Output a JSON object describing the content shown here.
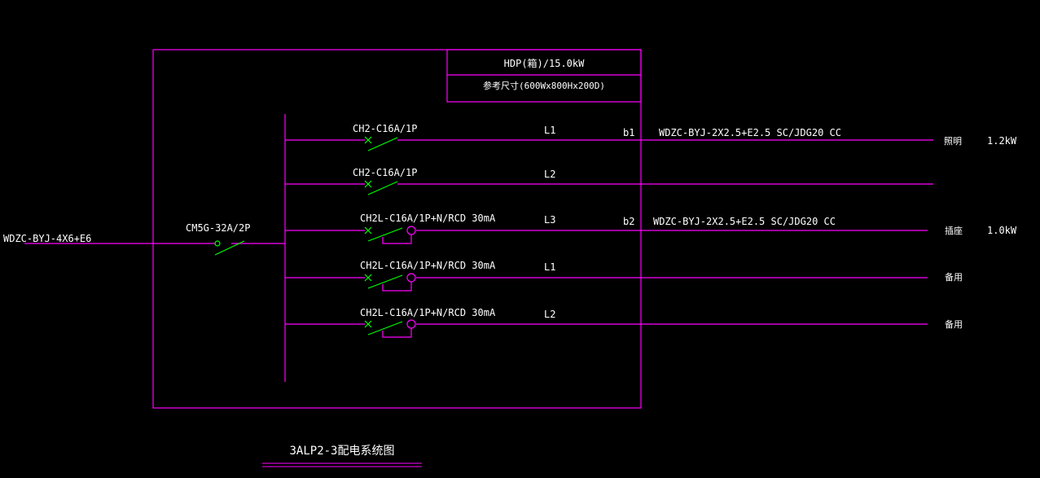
{
  "panel": {
    "name": "HDP(箱)/15.0kW",
    "size": "参考尺寸(600Wx800Hx200D)"
  },
  "incoming": {
    "cable": "WDZC-BYJ-4X6+E6",
    "breaker": "CM5G-32A/2P"
  },
  "circuits": [
    {
      "breaker": "CH2-C16A/1P",
      "phase": "L1",
      "circuit_id": "b1",
      "cable": "WDZC-BYJ-2X2.5+E2.5 SC/JDG20 CC",
      "load": "照明",
      "power": "1.2kW"
    },
    {
      "breaker": "CH2-C16A/1P",
      "phase": "L2",
      "circuit_id": "",
      "cable": "",
      "load": "",
      "power": ""
    },
    {
      "breaker": "CH2L-C16A/1P+N/RCD 30mA",
      "phase": "L3",
      "circuit_id": "b2",
      "cable": "WDZC-BYJ-2X2.5+E2.5 SC/JDG20 CC",
      "load": "插座",
      "power": "1.0kW"
    },
    {
      "breaker": "CH2L-C16A/1P+N/RCD 30mA",
      "phase": "L1",
      "circuit_id": "",
      "cable": "",
      "load": "备用",
      "power": ""
    },
    {
      "breaker": "CH2L-C16A/1P+N/RCD 30mA",
      "phase": "L2",
      "circuit_id": "",
      "cable": "",
      "load": "备用",
      "power": ""
    }
  ],
  "title": "3ALP2-3配电系统图",
  "colors": {
    "line": "#ff00ff",
    "breaker": "#00ff00",
    "text": "#ffffff",
    "background": "#000000"
  }
}
